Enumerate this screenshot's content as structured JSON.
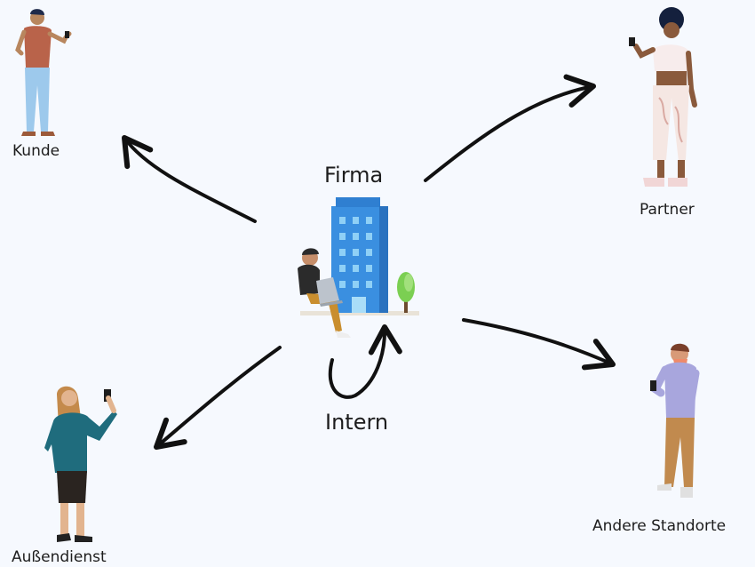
{
  "labels": {
    "kunde": "Kunde",
    "partner": "Partner",
    "firma": "Firma",
    "intern": "Intern",
    "aussendienst": "Außendienst",
    "andere_standorte": "Andere Standorte"
  }
}
